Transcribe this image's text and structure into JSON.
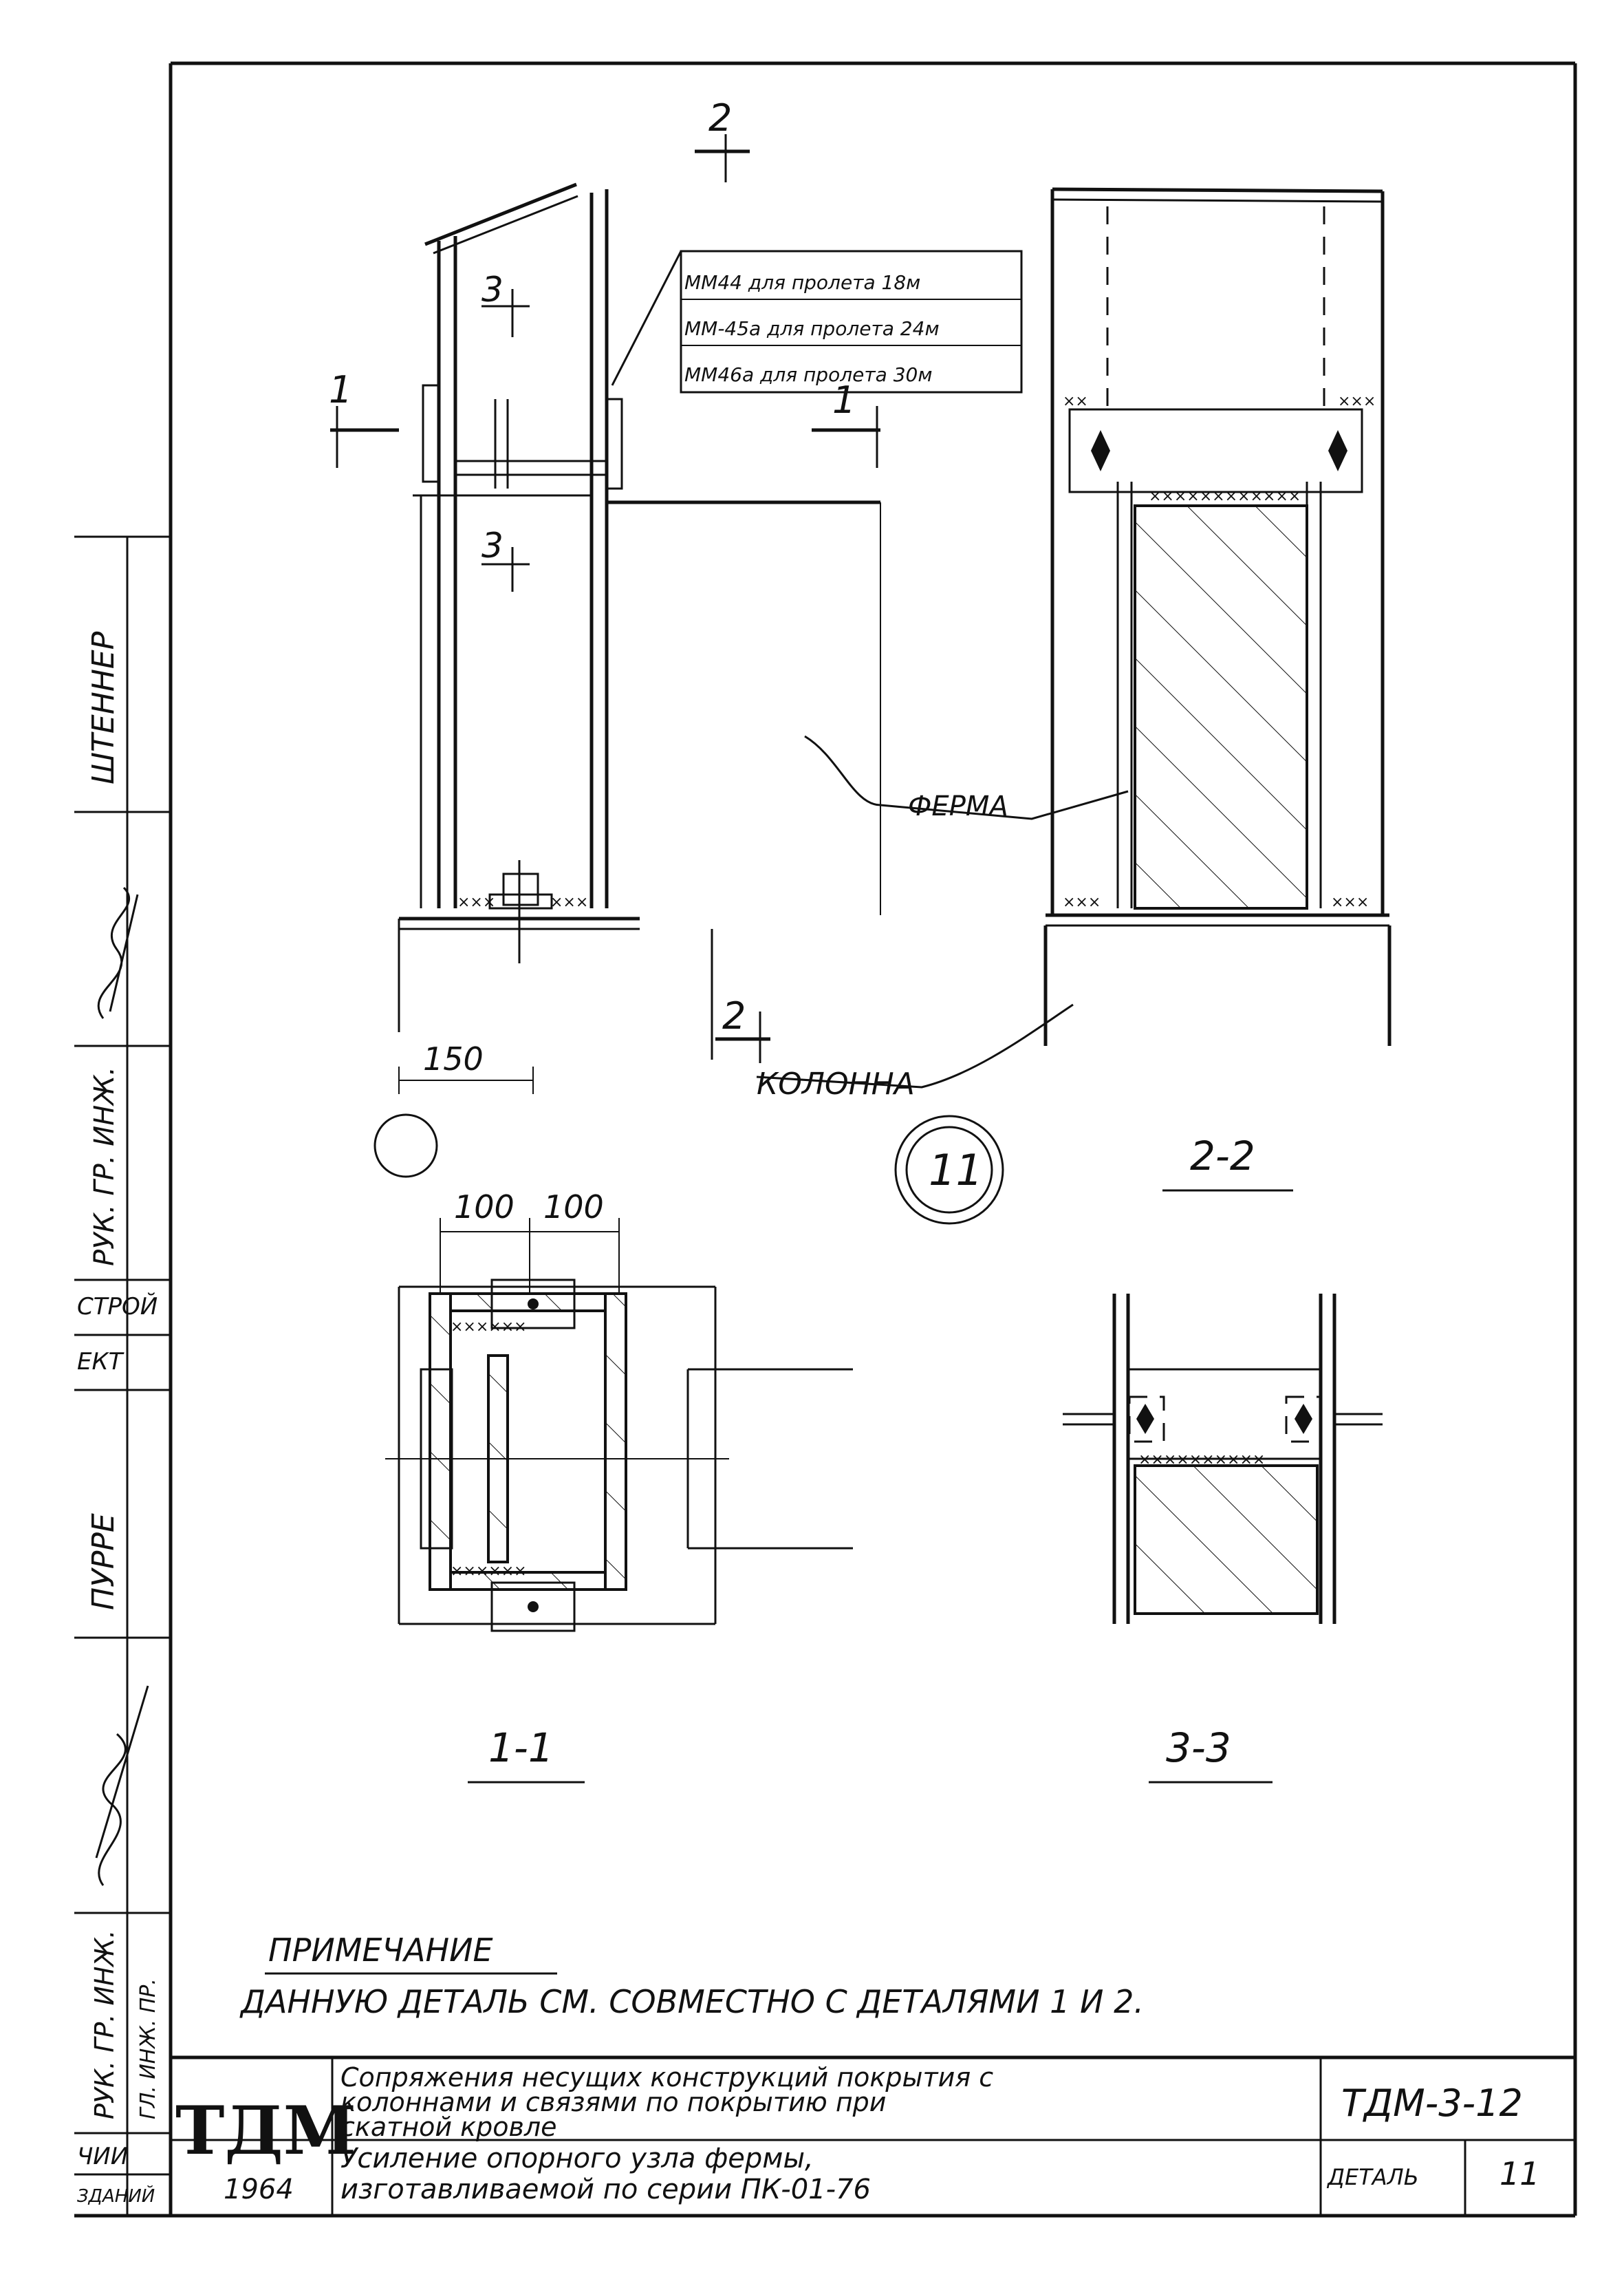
{
  "callouts": {
    "line_1": "ММ44 для пролета 18м",
    "line_2": "ММ-45а для пролета 24м",
    "line_3": "ММ46а для пролета 30м"
  },
  "section_marks": {
    "mark_1": "1",
    "mark_2": "2",
    "mark_3": "3"
  },
  "labels": {
    "truss": "ФЕРМА",
    "column": "КОЛОННА",
    "dim_150": "150",
    "dim_100_a": "100",
    "dim_100_b": "100",
    "detail_number": "11"
  },
  "view_titles": {
    "view_2_2": "2-2",
    "view_1_1": "1-1",
    "view_3_3": "3-3"
  },
  "note": {
    "heading": "ПРИМЕЧАНИЕ",
    "text": "ДАННУЮ ДЕТАЛЬ СМ. СОВМЕСТНО С ДЕТАЛЯМИ 1 И 2."
  },
  "side_stamp": {
    "name_1": "ШТЕННЕР",
    "role_1": "РУК. ГР. ИНЖ.",
    "org_1": "СТРОЙ",
    "org_2": "ЕКТ",
    "name_2": "ПУРРЕ",
    "role_2": "РУК. ГР. ИНЖ.",
    "role_3": "ГЛ. ИНЖ. ПР.",
    "bottom_1": "ЧИИ",
    "bottom_2": "ЗДАНИЙ"
  },
  "title_block": {
    "logo": "ТДМ",
    "year": "1964",
    "title_line_1": "Сопряжения несущих конструкций покрытия с",
    "title_line_2": "колоннами и связями по покрытию при",
    "title_line_3": "скатной кровле",
    "subtitle_line_1": "Усиление опорного узла фермы,",
    "subtitle_line_2": "изготавливаемой по серии ПК-01-76",
    "sheet_code": "ТДМ-3-12",
    "detail_label": "ДЕТАЛЬ",
    "detail_value": "11"
  }
}
